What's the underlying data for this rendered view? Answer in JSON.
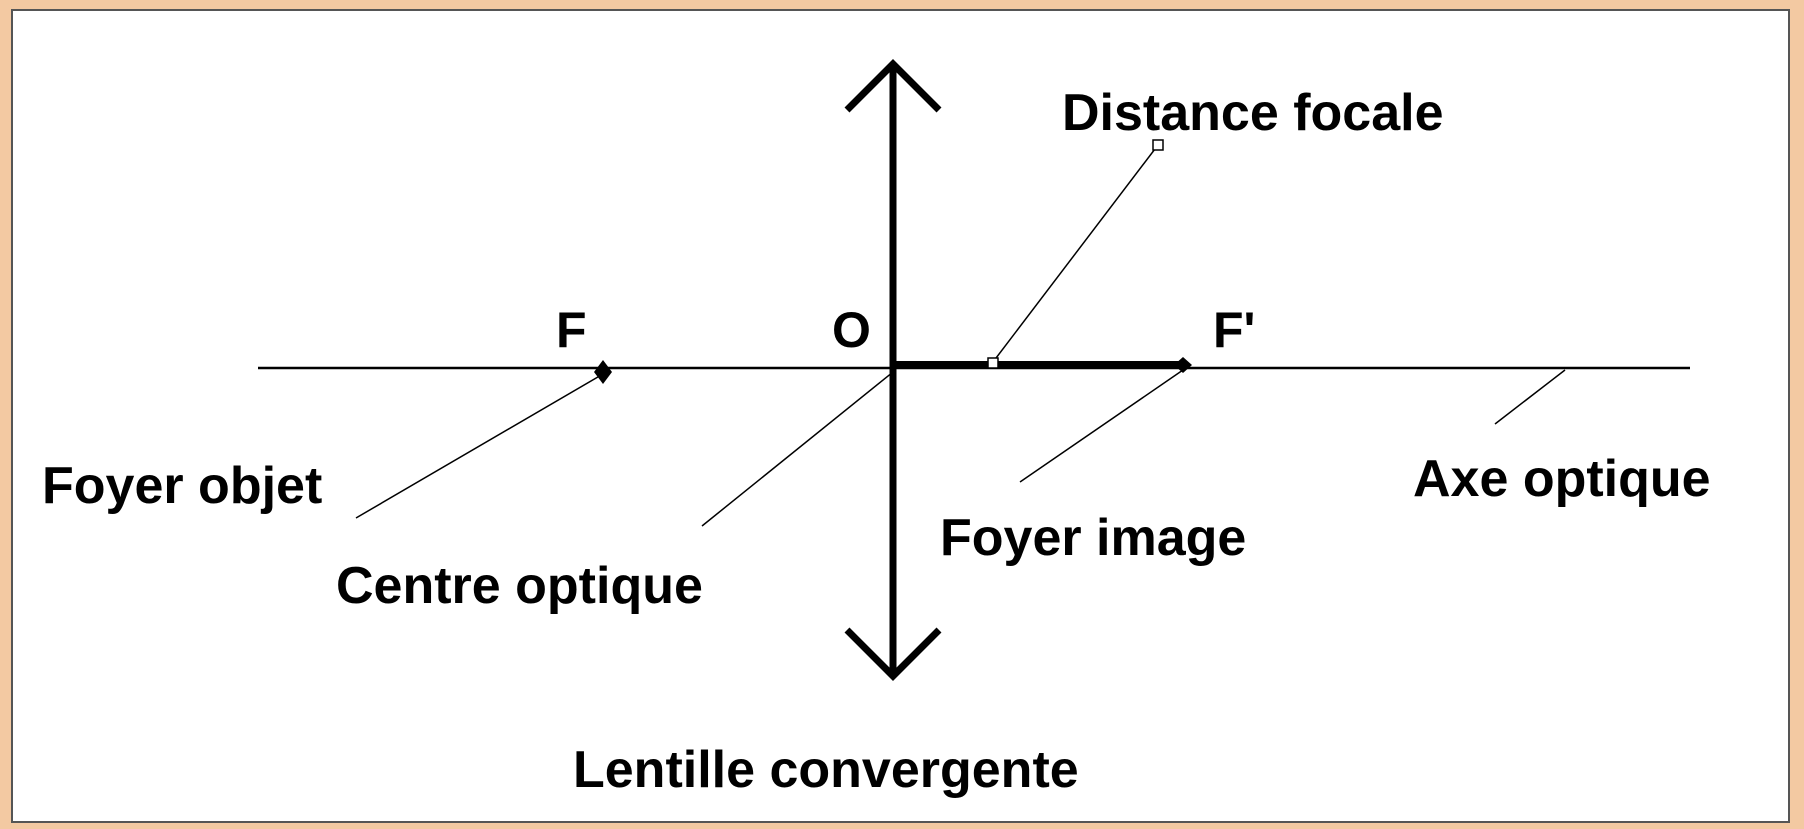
{
  "diagram": {
    "points": {
      "f": "F",
      "o": "O",
      "f_prime": "F'"
    },
    "labels": {
      "distance_focale": "Distance focale",
      "foyer_objet": "Foyer objet",
      "centre_optique": "Centre optique",
      "foyer_image": "Foyer image",
      "axe_optique": "Axe optique",
      "lentille_convergente": "Lentille convergente"
    }
  },
  "colors": {
    "border": "#f3c9a2",
    "background": "#ffffff",
    "ink": "#000000"
  }
}
